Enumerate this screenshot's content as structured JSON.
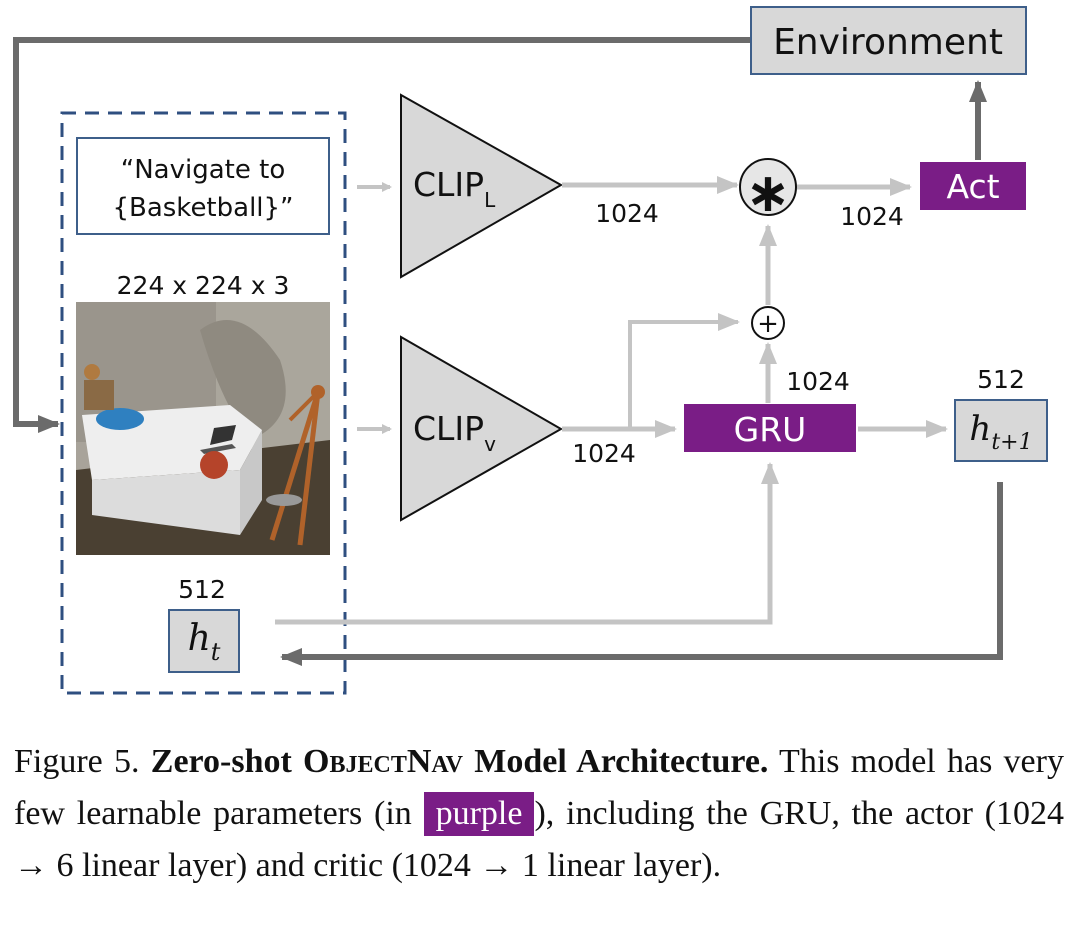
{
  "nodes": {
    "environment": "Environment",
    "instruction_line1": "“Navigate to",
    "instruction_line2": "{Basketball}”",
    "image_dims": "224 x 224 x 3",
    "clip_l_main": "CLIP",
    "clip_l_sub": "L",
    "clip_v_main": "CLIP",
    "clip_v_sub": "v",
    "mult_symbol": "∗",
    "add_symbol": "+",
    "act": "Act",
    "gru": "GRU",
    "h_t_main": "h",
    "h_t_sub": "t",
    "h_t1_main": "h",
    "h_t1_sub": "t+1"
  },
  "edge_labels": {
    "clip_l_out": "1024",
    "mult_out": "1024",
    "clip_v_out": "1024",
    "gru_top": "1024",
    "h_t1_dim": "512",
    "h_t_dim": "512"
  },
  "caption": {
    "prefix": "Figure 5. ",
    "bold_a": "Zero-shot ",
    "bold_smallcaps": "ObjectNav",
    "bold_b": " Model Architecture.",
    "text_a": " This model has very few learnable parameters (in ",
    "chip": "purple",
    "text_b": "), including the GRU, the actor (1024 → 6 linear layer) and critic (1024 → 1 linear layer)."
  },
  "colors": {
    "purple": "#7a1d86",
    "box_fill": "#d8d8d8",
    "box_border": "#3e5f8a",
    "dark_arrow": "#6b6b6b",
    "light_arrow": "#c4c4c4"
  }
}
